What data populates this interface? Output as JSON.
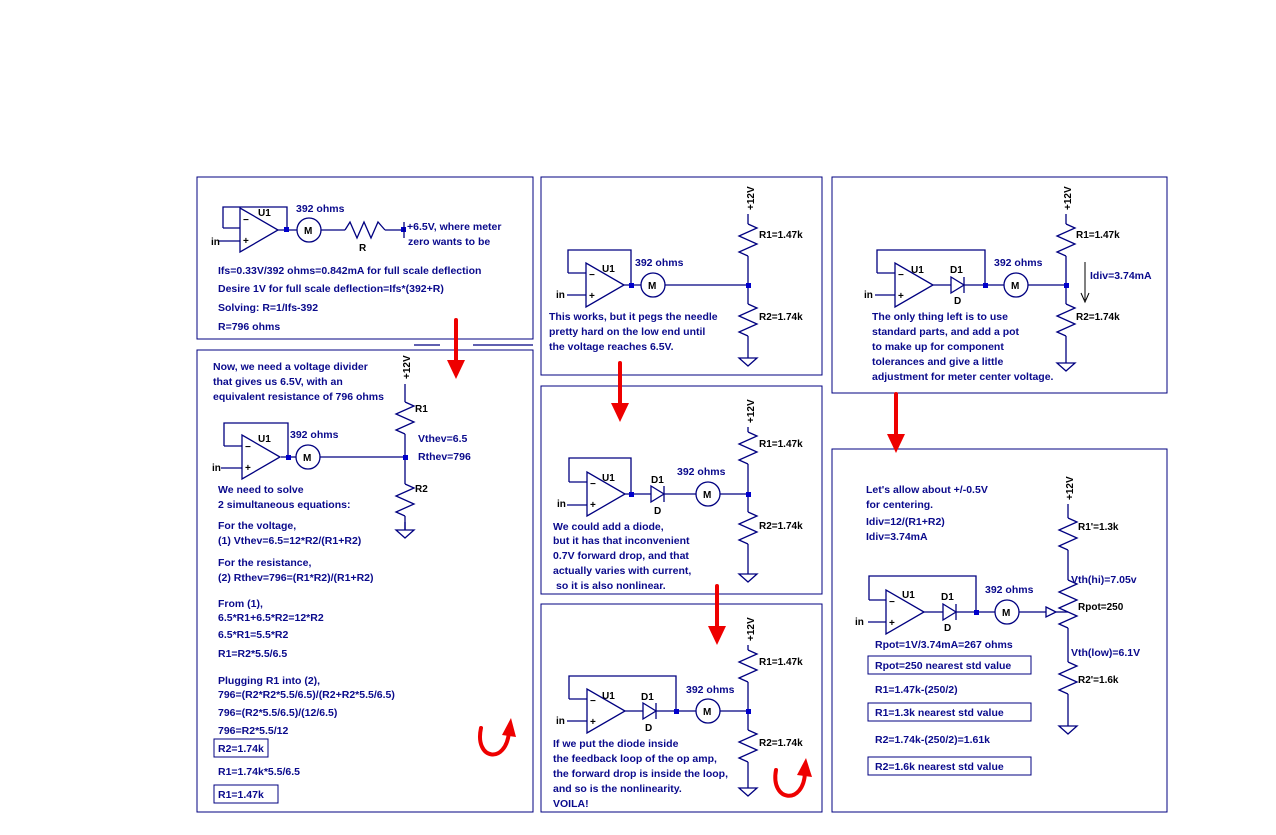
{
  "panel1": {
    "u1": "U1",
    "in": "in",
    "meter_ohms": "392 ohms",
    "m": "M",
    "r": "R",
    "target_line1": "+6.5V, where meter",
    "target_line2": "zero wants to be",
    "l1": "Ifs=0.33V/392 ohms=0.842mA for full scale deflection",
    "l2": "Desire 1V for full scale deflection=Ifs*(392+R)",
    "l3": "Solving:  R=1/Ifs-392",
    "l4": "R=796 ohms"
  },
  "panel2": {
    "intro1": "Now, we need a voltage divider",
    "intro2": "that gives us 6.5V, with an",
    "intro3": "equivalent resistance of 796 ohms",
    "v12": "+12V",
    "r1": "R1",
    "r2": "R2",
    "vthev": "Vthev=6.5",
    "rthev": "Rthev=796",
    "u1": "U1",
    "in": "in",
    "meter_ohms": "392 ohms",
    "m": "M",
    "s1": "We need to solve",
    "s2": "2 simultaneous equations:",
    "v_head": "For the voltage,",
    "v_eq": "(1)    Vthev=6.5=12*R2/(R1+R2)",
    "r_head": "For the resistance,",
    "r_eq": "(2)    Rthev=796=(R1*R2)/(R1+R2)",
    "from1": "From (1),",
    "f1": "6.5*R1+6.5*R2=12*R2",
    "f2": "6.5*R1=5.5*R2",
    "f3": "R1=R2*5.5/6.5",
    "plug": "Plugging R1 into (2),",
    "p1": "796=(R2*R2*5.5/6.5)/(R2+R2*5.5/6.5)",
    "p2": "796=(R2*5.5/6.5)/(12/6.5)",
    "p3": "796=R2*5.5/12",
    "res_r2": "R2=1.74k",
    "calc_r1": "R1=1.74k*5.5/6.5",
    "res_r1": "R1=1.47k"
  },
  "panel3": {
    "v12": "+12V",
    "r1": "R1=1.47k",
    "r2": "R2=1.74k",
    "u1": "U1",
    "in": "in",
    "meter_ohms": "392 ohms",
    "m": "M",
    "c1": "This works, but it pegs the needle",
    "c2": "pretty hard on the low end until",
    "c3": "the voltage reaches 6.5V."
  },
  "panel4": {
    "v12": "+12V",
    "r1": "R1=1.47k",
    "r2": "R2=1.74k",
    "u1": "U1",
    "in": "in",
    "d1": "D1",
    "d": "D",
    "meter_ohms": "392 ohms",
    "m": "M",
    "c1": "We could add a diode,",
    "c2": "but it has that inconvenient",
    "c3": "0.7V forward drop, and that",
    "c4": "actually varies with current,",
    "c5": "so it is also nonlinear."
  },
  "panel5": {
    "v12": "+12V",
    "r1": "R1=1.47k",
    "r2": "R2=1.74k",
    "u1": "U1",
    "in": "in",
    "d1": "D1",
    "d": "D",
    "meter_ohms": "392 ohms",
    "m": "M",
    "c1": "If we put the diode inside",
    "c2": "the feedback loop of the op amp,",
    "c3": "the forward drop is inside the loop,",
    "c4": "and so is the nonlinearity.",
    "c5": "VOILA!"
  },
  "panel6": {
    "v12": "+12V",
    "r1": "R1=1.47k",
    "r2": "R2=1.74k",
    "idiv": "Idiv=3.74mA",
    "u1": "U1",
    "in": "in",
    "d1": "D1",
    "d": "D",
    "meter_ohms": "392 ohms",
    "m": "M",
    "c1": "The only thing left is to use",
    "c2": "standard parts, and add a pot",
    "c3": "to make up for component",
    "c4": "tolerances and give a little",
    "c5": "adjustment for meter center voltage."
  },
  "panel7": {
    "h1": "Let's allow about +/-0.5V",
    "h2": "for centering.",
    "h3": "Idiv=12/(R1+R2)",
    "h4": "Idiv=3.74mA",
    "v12": "+12V",
    "r1p": "R1'=1.3k",
    "vthhi": "Vth(hi)=7.05v",
    "rpot": "Rpot=250",
    "vthlow": "Vth(low)=6.1V",
    "r2p": "R2'=1.6k",
    "u1": "U1",
    "in": "in",
    "d1": "D1",
    "d": "D",
    "meter_ohms": "392 ohms",
    "m": "M",
    "rpot_calc": "Rpot=1V/3.74mA=267 ohms",
    "rpot_std": "Rpot=250  nearest std value",
    "r1_calc": "R1=1.47k-(250/2)",
    "r1_std": "R1=1.3k nearest std value",
    "r2_calc": "R2=1.74k-(250/2)=1.61k",
    "r2_std": "R2=1.6k nearest std value"
  }
}
